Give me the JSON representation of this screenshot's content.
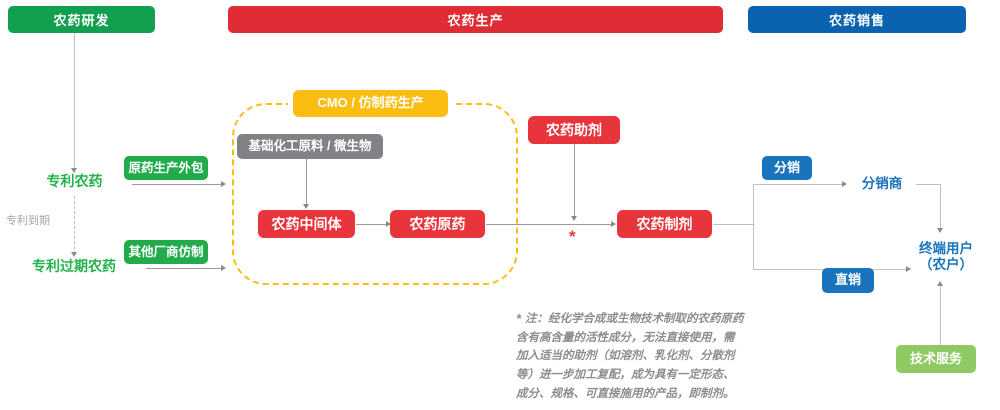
{
  "diagram": {
    "title_phases": [
      {
        "id": "rnd",
        "label": "农药研发",
        "color": "#12a050"
      },
      {
        "id": "production",
        "label": "农药生产",
        "color": "#e02c34"
      },
      {
        "id": "sales",
        "label": "农药销售",
        "color": "#0a62b0"
      }
    ],
    "rnd_branch": {
      "patent_node": "专利农药",
      "expired_node": "专利过期农药",
      "expiry_edge_label": "专利到期",
      "outsourcing_label": "原药生产外包",
      "generic_label": "其他厂商仿制"
    },
    "cmo_group": {
      "tag": "CMO / 仿制药生产",
      "border_color": "#fbbd12",
      "nodes": [
        {
          "id": "feedstock",
          "label": "基础化工原料 / 微生物",
          "color": "#808285"
        },
        {
          "id": "intermediate",
          "label": "农药中间体",
          "color": "#e8353c"
        },
        {
          "id": "technical",
          "label": "农药原药",
          "color": "#e8353c"
        }
      ]
    },
    "formulation": {
      "adjuvant_node": "农药助剂",
      "formulation_node": "农药制剂",
      "footnote_marker": "*"
    },
    "sales_channels": {
      "distribution_label": "分销",
      "direct_label": "直销",
      "distributor_node": "分销商",
      "end_user_node_line1": "终端用户",
      "end_user_node_line2": "（农户）",
      "tech_service_node": "技术服务"
    },
    "footnote": {
      "marker": "*",
      "lines": [
        "注：经化学合成或生物技术制取的农药原药",
        "含有高含量的活性成分，无法直接使用，需",
        "加入适当的助剂（如溶剂、乳化剂、分散剂",
        "等）进一步加工复配，成为具有一定形态、",
        "成分、规格、可直接施用的产品，即制剂。"
      ]
    }
  }
}
